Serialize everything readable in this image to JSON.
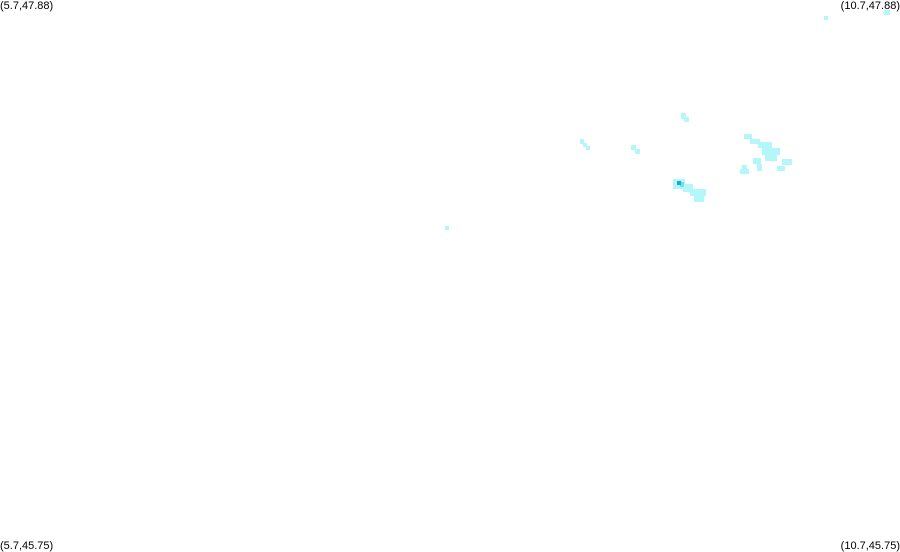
{
  "map": {
    "corners": {
      "top_left": "(5.7,47.88)",
      "top_right": "(10.7,47.88)",
      "bottom_left": "(5.7,45.75)",
      "bottom_right": "(10.7,45.75)"
    },
    "colors": {
      "background": "#ffffff",
      "light_cell": "#b3f7fb",
      "medium_cell": "#66e3ef",
      "dark_cell": "#1ea7cf"
    }
  }
}
